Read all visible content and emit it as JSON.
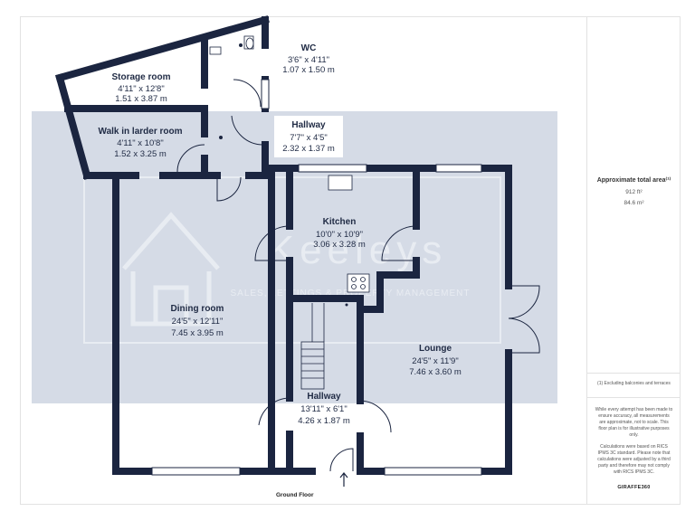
{
  "rooms": {
    "wc": {
      "name": "WC",
      "imperial": "3'6\" x 4'11\"",
      "metric": "1.07 x 1.50 m"
    },
    "storage": {
      "name": "Storage room",
      "imperial": "4'11\" x 12'8\"",
      "metric": "1.51 x 3.87 m"
    },
    "larder": {
      "name": "Walk in larder room",
      "imperial": "4'11\" x 10'8\"",
      "metric": "1.52 x 3.25 m"
    },
    "hallway_upper": {
      "name": "Hallway",
      "imperial": "7'7\" x 4'5\"",
      "metric": "2.32 x 1.37 m"
    },
    "kitchen": {
      "name": "Kitchen",
      "imperial": "10'0\" x 10'9\"",
      "metric": "3.06 x 3.28 m"
    },
    "dining": {
      "name": "Dining room",
      "imperial": "24'5\" x 12'11\"",
      "metric": "7.45 x 3.95 m"
    },
    "lounge": {
      "name": "Lounge",
      "imperial": "24'5\" x 11'9\"",
      "metric": "7.46 x 3.60 m"
    },
    "hallway_lower": {
      "name": "Hallway",
      "imperial": "13'11\" x 6'1\"",
      "metric": "4.26 x 1.87 m"
    }
  },
  "floor_label": "Ground Floor",
  "watermark": {
    "brand": "Keeleys",
    "tagline": "SALES, LETTINGS & PROPERTY MANAGEMENT"
  },
  "side_panel": {
    "area_title": "Approximate total area⁽¹⁾",
    "area_ft": "912 ft²",
    "area_m": "84.6 m²",
    "footnote": "(1) Excluding balconies and terraces",
    "disclaimer": "While every attempt has been made to ensure accuracy, all measurements are approximate, not to scale. This floor plan is for illustrative purposes only.",
    "calc_note": "Calculations were based on RICS IPMS 3C standard. Please note that calculations were adjusted by a third party and therefore may not comply with RICS IPMS 3C.",
    "brand": "GIRAFFE360"
  },
  "colors": {
    "wall": "#1b2540",
    "overlay": "#c7cfdd",
    "text": "#1f2a44"
  }
}
